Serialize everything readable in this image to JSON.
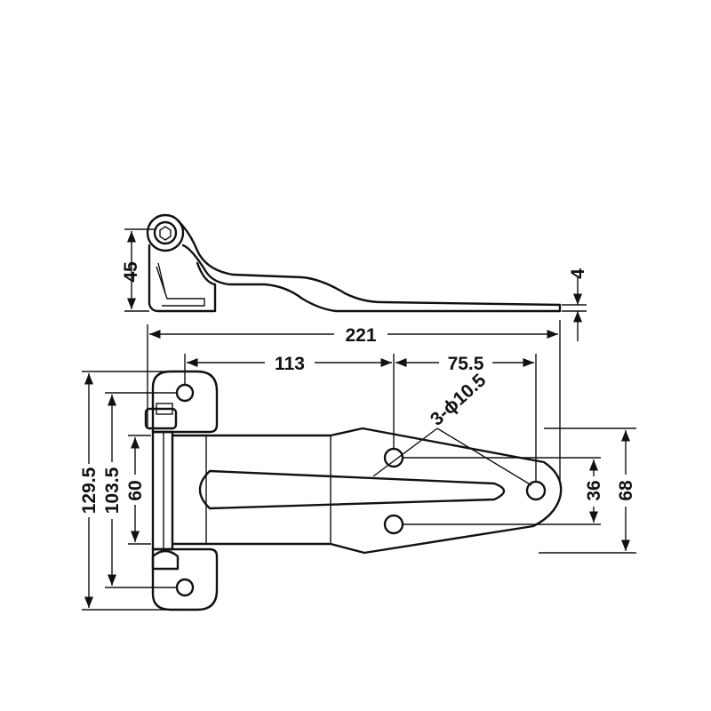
{
  "dimensions": {
    "overall_length": "221",
    "hole_to_hole_1": "113",
    "hole_to_hole_2": "75.5",
    "hole_callout": "3-ϕ10.5",
    "side_height": "45",
    "plate_thickness": "4",
    "overall_height": "129.5",
    "mount_hole_span": "103.5",
    "body_width": "60",
    "hole_row_span": "36",
    "strap_width": "68"
  },
  "colors": {
    "line": "#111111",
    "background": "#ffffff"
  }
}
